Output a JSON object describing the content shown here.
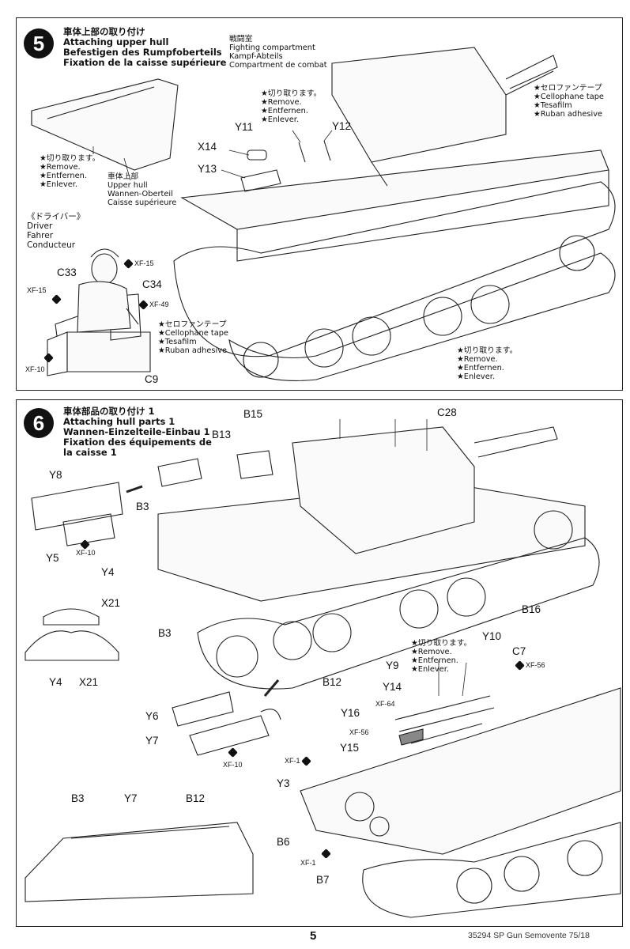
{
  "step5": {
    "number": "5",
    "title": [
      "車体上部の取り付け",
      "Attaching upper hull",
      "Befestigen des Rumpfoberteils",
      "Fixation de la caisse supérieure"
    ],
    "fighting_compartment": [
      "戦闘室",
      "Fighting compartment",
      "Kampf-Abteils",
      "Compartment de combat"
    ],
    "remove_top": [
      "★切り取ります。",
      "★Remove.",
      "★Entfernen.",
      "★Enlever."
    ],
    "cellophane_top": [
      "★セロファンテープ",
      "★Cellophane tape",
      "★Tesafilm",
      "★Ruban adhesive"
    ],
    "remove_left": [
      "★切り取ります。",
      "★Remove.",
      "★Entfernen.",
      "★Enlever."
    ],
    "upper_hull": [
      "車体上部",
      "Upper hull",
      "Wannen-Oberteil",
      "Caisse supérieure"
    ],
    "driver": [
      "《ドライバー》",
      "Driver",
      "Fahrer",
      "Conducteur"
    ],
    "cellophane_bottom": [
      "★セロファンテープ",
      "★Cellophane tape",
      "★Tesafilm",
      "★Ruban adhesive"
    ],
    "remove_bottom": [
      "★切り取ります。",
      "★Remove.",
      "★Entfernen.",
      "★Enlever."
    ],
    "parts": {
      "y11": "Y11",
      "y12": "Y12",
      "x14": "X14",
      "y13": "Y13",
      "c33": "C33",
      "c34": "C34",
      "c9": "C9"
    },
    "paints": {
      "xf15a": "XF-15",
      "xf15b": "XF-15",
      "xf49": "XF-49",
      "xf10": "XF-10"
    }
  },
  "step6": {
    "number": "6",
    "title": [
      "車体部品の取り付け 1",
      "Attaching hull parts 1",
      "Wannen-Einzelteile-Einbau 1",
      "Fixation des équipements de",
      "la caisse 1"
    ],
    "remove": [
      "★切り取ります。",
      "★Remove.",
      "★Entfernen.",
      "★Enlever."
    ],
    "parts": {
      "b15": "B15",
      "c28": "C28",
      "b13": "B13",
      "y8": "Y8",
      "b3a": "B3",
      "y5": "Y5",
      "y4a": "Y4",
      "x21a": "X21",
      "b16": "B16",
      "b3b": "B3",
      "y4b": "Y4",
      "x21b": "X21",
      "b12a": "B12",
      "y10": "Y10",
      "c7": "C7",
      "y9": "Y9",
      "y14": "Y14",
      "y16": "Y16",
      "y15": "Y15",
      "y6": "Y6",
      "y7a": "Y7",
      "y3": "Y3",
      "b6": "B6",
      "b7": "B7",
      "b3c": "B3",
      "y7b": "Y7",
      "b12b": "B12"
    },
    "paints": {
      "xf10a": "XF-10",
      "xf56a": "XF-56",
      "xf64": "XF-64",
      "xf56b": "XF-56",
      "xf10b": "XF-10",
      "xf1a": "XF-1",
      "xf1b": "XF-1"
    }
  },
  "footer": {
    "page": "5",
    "code": "35294 SP Gun Semovente 75/18"
  },
  "colors": {
    "ink": "#111111",
    "paper": "#ffffff",
    "line": "#333333"
  }
}
